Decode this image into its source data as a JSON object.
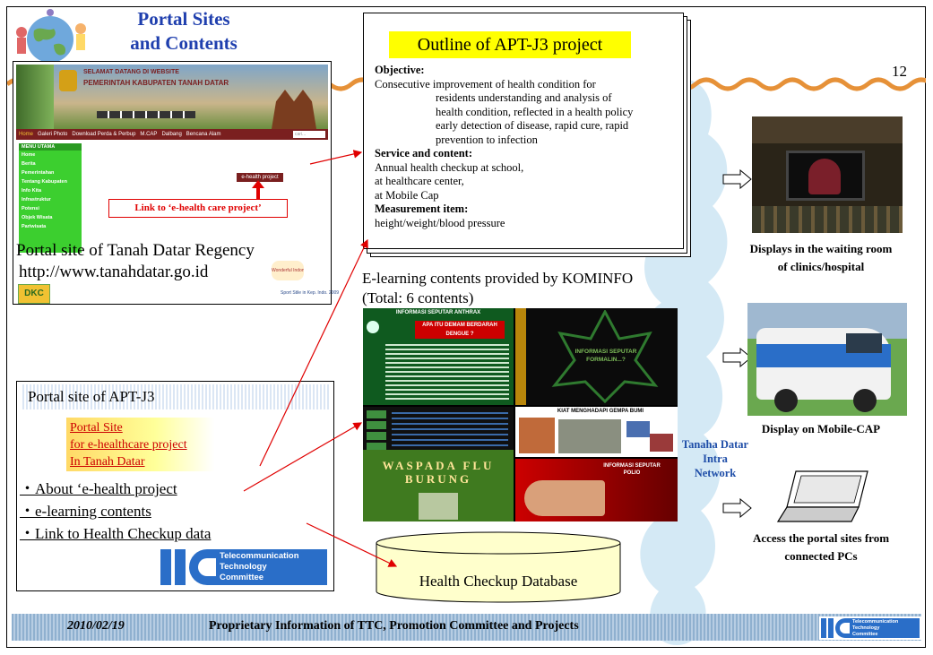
{
  "slide": {
    "title_line1": "Portal Sites",
    "title_line2": "and Contents",
    "page_number": "12"
  },
  "tanah_portal": {
    "banner_line1": "SELAMAT DATANG DI WEBSITE",
    "banner_line2": "PEMERINTAH KABUPATEN TANAH DATAR",
    "nav": [
      "Home",
      "Galeri Photo",
      "Download Perda & Perbup",
      "M.CAP",
      "Dalbang",
      "Bencana Alam"
    ],
    "search_placeholder": "cari...",
    "menu_header": "MENU UTAMA",
    "menu": [
      "Home",
      "Berita",
      "Pemerintahan",
      "Tentang Kabupaten",
      "Info Kita",
      "Infrastruktur",
      "Potensi",
      "Objek Wisata",
      "Pariwisata"
    ],
    "eproject_btn": "e-health project",
    "link_callout": "Link to ‘e-health care project’",
    "caption_line1": "Portal site of Tanah Datar Regency",
    "caption_line2": "http://www.tanahdatar.go.id",
    "badge": "DKC",
    "wi_label": "Wonderful Indonesia",
    "footer_small": "Sport Stile in Kep. Indo. 2009"
  },
  "outline": {
    "title": "Outline of APT-J3 project",
    "objective_heading": "Objective:",
    "objective_lines": [
      "Consecutive improvement of health condition for",
      "residents understanding and analysis of",
      "health condition, reflected in a health policy",
      "early detection of disease, rapid cure, rapid",
      "prevention to infection"
    ],
    "service_heading": "Service and content:",
    "service_lines": [
      "Annual health checkup at school,",
      "at healthcare center,",
      "at Mobile Cap"
    ],
    "measurement_heading": "Measurement item:",
    "measurement_line": "height/weight/blood pressure"
  },
  "elearning": {
    "caption_line1": "E-learning contents provided by KOMINFO",
    "caption_line2": "(Total: 6 contents)",
    "tiles": [
      {
        "title": "INFORMASI SEPUTAR ANTHRAX",
        "sub": "APA ITU DEMAM BERDARAH DENGUE ?"
      },
      {
        "title": "INFORMASI SEPUTAR FORMALIN...?"
      },
      {
        "title": "KIAT MENGHADAPI GEMPA BUMI"
      },
      {
        "title": "WASPADA FLU BURUNG"
      },
      {
        "title": "INFORMASI SEPUTAR POLIO"
      }
    ]
  },
  "apt_portal": {
    "heading": "Portal site of APT-J3",
    "site_link_line1": "Portal Site",
    "site_link_line2": "for e-healthcare project",
    "site_link_line3": "In Tanah Datar",
    "bullets": [
      "・About ‘e-health project",
      "・e-learning contents",
      "・Link to Health Checkup data"
    ],
    "ttc_line1": "Telecommunication",
    "ttc_line2": "Technology",
    "ttc_line3": "Committee"
  },
  "database": {
    "label": "Health Checkup Database"
  },
  "network": {
    "line1": "Tanaha Datar",
    "line2": "Intra",
    "line3": "Network"
  },
  "right": {
    "clinic_caption_line1": "Displays in the waiting room",
    "clinic_caption_line2": "of clinics/hospital",
    "mobile_caption": "Display on Mobile-CAP",
    "pc_caption_line1": "Access the portal sites from",
    "pc_caption_line2": "connected PCs"
  },
  "footer": {
    "date": "2010/02/19",
    "text": "Proprietary Information of TTC, Promotion Committee and Projects",
    "ttc_line1": "Telecommunication",
    "ttc_line2": "Technology",
    "ttc_line3": "Committee"
  },
  "colors": {
    "title_blue": "#1f3fae",
    "link_red": "#cc0000",
    "highlight_yellow": "#ffff00",
    "cloud_blue": "#d4e9f5"
  }
}
